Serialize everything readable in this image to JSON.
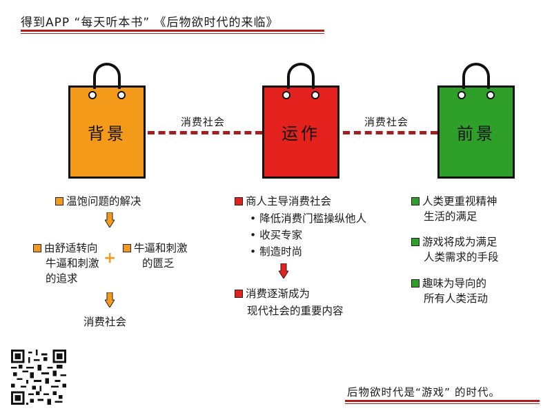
{
  "header": "得到APP   “每天听本书”  《后物欲时代的来临》",
  "colors": {
    "orange": "#f39a1a",
    "red": "#e5211e",
    "green": "#2ea02a",
    "rule": "#b31b1b"
  },
  "bags": [
    {
      "title": "背景",
      "color": "#f39a1a"
    },
    {
      "title": "运作",
      "color": "#e5211e"
    },
    {
      "title": "前景",
      "color": "#2ea02a"
    }
  ],
  "links": [
    "消费社会",
    "消费社会"
  ],
  "left": {
    "item1": "温饱问题的解决",
    "item2a": "由舒适转向",
    "item2b": "牛逼和刺激",
    "item2c": "的追求",
    "item3a": "牛逼和刺激",
    "item3b": "的匮乏",
    "result": "消费社会"
  },
  "middle": {
    "item1": "商人主导消费社会",
    "bullets": [
      "降低消费门槛操纵他人",
      "收买专家",
      "制造时尚"
    ],
    "item2a": "消费逐渐成为",
    "item2b": "现代社会的重要内容"
  },
  "right": {
    "item1a": "人类更重视精神",
    "item1b": "生活的满足",
    "item2a": "游戏将成为满足",
    "item2b": "人类需求的手段",
    "item3a": "趣味为导向的",
    "item3b": "所有人类活动"
  },
  "footer": "后物欲时代是“游戏” 的时代。"
}
